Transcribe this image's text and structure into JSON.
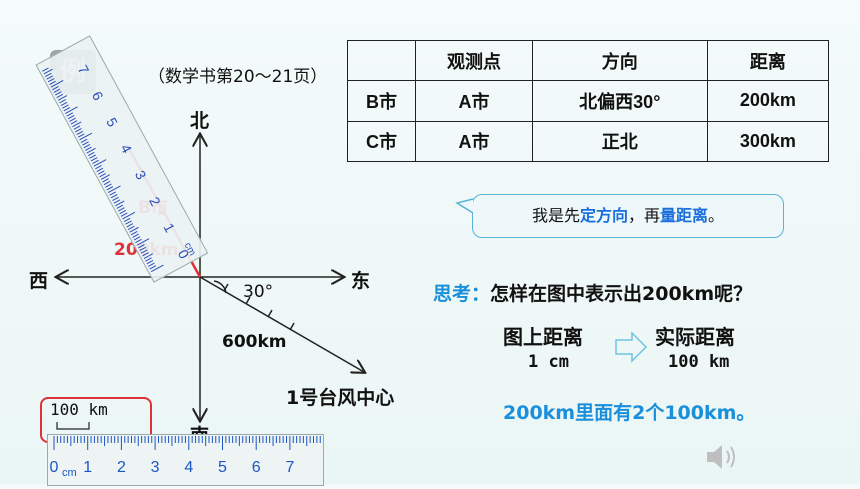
{
  "example_tag": "例",
  "reference": "（数学书第20～21页）",
  "table": {
    "headers": [
      "",
      "观测点",
      "方向",
      "距离"
    ],
    "rows": [
      [
        "B市",
        "A市",
        "北偏西30°",
        "200km"
      ],
      [
        "C市",
        "A市",
        "正北",
        "300km"
      ]
    ]
  },
  "bubble": {
    "pre": "我是先",
    "part1": "定方向",
    "mid": "，再",
    "part2": "量距离",
    "post": "。"
  },
  "think": {
    "label": "思考：",
    "question": "怎样在图中表示出200km呢？"
  },
  "conversion": {
    "map_label": "图上距离",
    "map_value": "1 cm",
    "real_label": "实际距离",
    "real_value": "100 km"
  },
  "has_text": "200km里面有2个100km。",
  "diagram": {
    "north": "北",
    "west": "西",
    "east": "东",
    "south_partial": "南",
    "b_label": "B市",
    "dist_b": "200km",
    "angle": "30°",
    "typhoon_dist": "600km",
    "typhoon": "1号台风中心"
  },
  "scale": {
    "text": "100 km"
  },
  "ruler_bottom": {
    "unit": "cm",
    "numbers": [
      "0",
      "1",
      "2",
      "3",
      "4",
      "5",
      "6",
      "7"
    ]
  },
  "ruler_tilted": {
    "unit": "cm",
    "numbers": [
      "0",
      "1",
      "2",
      "3",
      "4",
      "5",
      "6",
      "7"
    ]
  },
  "icons": {
    "speaker": "speaker-icon"
  }
}
